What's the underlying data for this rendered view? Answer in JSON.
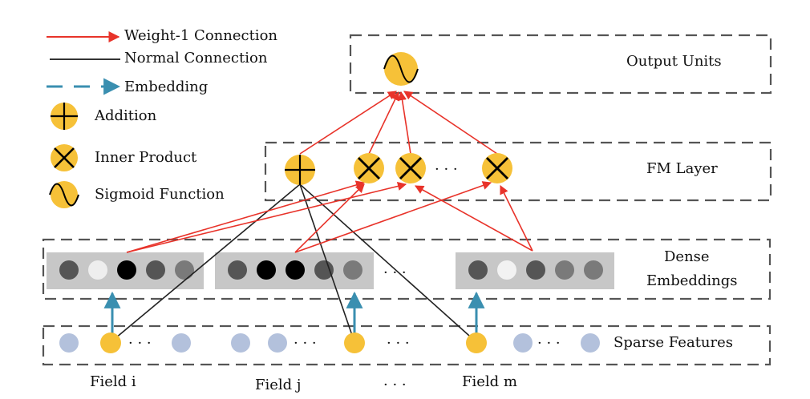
{
  "legend": {
    "items": [
      {
        "name": "weight-1-connection",
        "label": "Weight-1 Connection",
        "symbol": "red-arrow"
      },
      {
        "name": "normal-connection",
        "label": "Normal Connection",
        "symbol": "black-line"
      },
      {
        "name": "embedding",
        "label": "Embedding",
        "symbol": "blue-dashed-arrow"
      },
      {
        "name": "addition",
        "label": "Addition",
        "symbol": "plus-icon"
      },
      {
        "name": "inner-product",
        "label": "Inner Product",
        "symbol": "times-icon"
      },
      {
        "name": "sigmoid-function",
        "label": "Sigmoid Function",
        "symbol": "sigmoid-icon"
      }
    ]
  },
  "layers": {
    "output": "Output Units",
    "fm": "FM Layer",
    "dense_line1": "Dense",
    "dense_line2": "Embeddings",
    "sparse": "Sparse Features"
  },
  "fields": {
    "i": "Field i",
    "j": "Field j",
    "m": "Field m"
  },
  "ellipsis": {
    "fm": "· · ·",
    "dense": "· · ·",
    "sparse_between": "· · ·",
    "sparse_group": "· · ·",
    "fields": "· · ·"
  },
  "colors": {
    "red_connection": "#e8332a",
    "black_connection": "#222222",
    "embedding_arrow": "#3a8fb0",
    "node_gold": "#f6c138",
    "sparse_inactive": "#b3c1dc",
    "embedding_band": "#c7c7c7",
    "dense_cells": [
      "#555555",
      "#eeeeee",
      "#000000",
      "#555555",
      "#7a7a7a"
    ],
    "dense_cells_j": [
      "#555555",
      "#000000",
      "#000000",
      "#555555",
      "#7a7a7a"
    ],
    "dense_cells_m": [
      "#555555",
      "#f2f2f2",
      "#555555",
      "#7a7a7a",
      "#7a7a7a"
    ]
  }
}
